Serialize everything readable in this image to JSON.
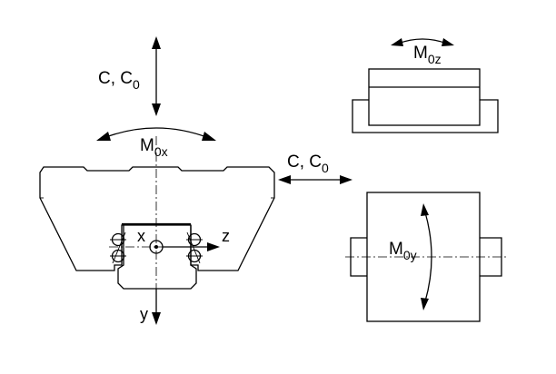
{
  "figure": {
    "labels": {
      "load_top": {
        "main": "C, C",
        "sub": "0"
      },
      "moment_x": {
        "main": "M",
        "sub": "0x"
      },
      "load_side": {
        "main": "C, C",
        "sub": "0"
      },
      "moment_z": {
        "main": "M",
        "sub": "0z"
      },
      "moment_y": {
        "main": "M",
        "sub": "0y"
      },
      "axis_x": "x",
      "axis_y": "y",
      "axis_z": "z"
    }
  }
}
